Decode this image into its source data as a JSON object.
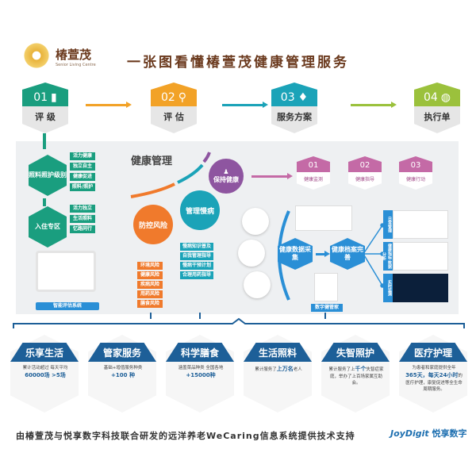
{
  "logo": {
    "name_cn": "椿萱茂",
    "name_en": "Senior Living Centre"
  },
  "title": "一张图看懂椿萱茂健康管理服务",
  "steps": [
    {
      "num": "01",
      "label": "评 级",
      "color": "#1a9e7f",
      "icon": "bar-chart-icon"
    },
    {
      "num": "02",
      "label": "评 估",
      "color": "#f2a227",
      "icon": "search-icon"
    },
    {
      "num": "03",
      "label": "服务方案",
      "color": "#1ba3b8",
      "icon": "lightbulb-icon"
    },
    {
      "num": "04",
      "label": "执行单",
      "color": "#9bc13c",
      "icon": "globe-icon"
    }
  ],
  "rating": {
    "care_level": "照料照护级别",
    "care_items": [
      "活力健康",
      "独立自主",
      "健康促进",
      "照料/照护"
    ],
    "zone": "入住专区",
    "zone_items": [
      "活力独立",
      "生活照料",
      "忆路同行"
    ],
    "system_button": "智能评估系统"
  },
  "health": {
    "title": "健康管理",
    "risk": {
      "label": "防控风险",
      "items": [
        "环境风险",
        "健康风险",
        "疾病风险",
        "用药风险",
        "膳食风险"
      ]
    },
    "chronic": {
      "label": "管理慢病",
      "items": [
        "慢病知识普及",
        "自我管理指导",
        "慢病干预计划",
        "合理用药指导"
      ]
    },
    "keep": {
      "label": "保持健康",
      "steps": [
        {
          "num": "01",
          "label": "健康监测"
        },
        {
          "num": "02",
          "label": "健康指导"
        },
        {
          "num": "03",
          "label": "健康行动"
        }
      ]
    }
  },
  "data": {
    "collect": "健康数据采集",
    "archive": "健康档案完善",
    "app_button": "数字健管家",
    "screens": [
      "日常管理",
      "健康指标 数据分析",
      "实时监测"
    ]
  },
  "services": [
    {
      "title": "乐享生活",
      "pre": "累计活动超过 每天平均",
      "hl": "60000场 >5场",
      "post": ""
    },
    {
      "title": "管家服务",
      "pre": "基础+增值服务种类",
      "hl": "+100 种",
      "post": ""
    },
    {
      "title": "科学膳食",
      "pre": "涵盖菜品种类 全国各地",
      "hl": "+15000种",
      "post": ""
    },
    {
      "title": "生活照料",
      "pre": "累计服务了",
      "hl": "上万名",
      "post": "老人"
    },
    {
      "title": "失智照护",
      "pre": "累计服务了上",
      "hl": "千个",
      "post": "失智症家庭，举办了上百场家属互助会。"
    },
    {
      "title": "医疗护理",
      "pre": "为患者和家庭提供全年",
      "hl": "365天，每天24小时",
      "post": "的医疗护理，康复促进等全生命周期服务。"
    }
  ],
  "footer": "由椿萱茂与悦享数字科技联合研发的远洋养老WeCaring信息系统提供技术支持",
  "partner": {
    "en": "JoyDigit",
    "cn": "悦享数字"
  }
}
